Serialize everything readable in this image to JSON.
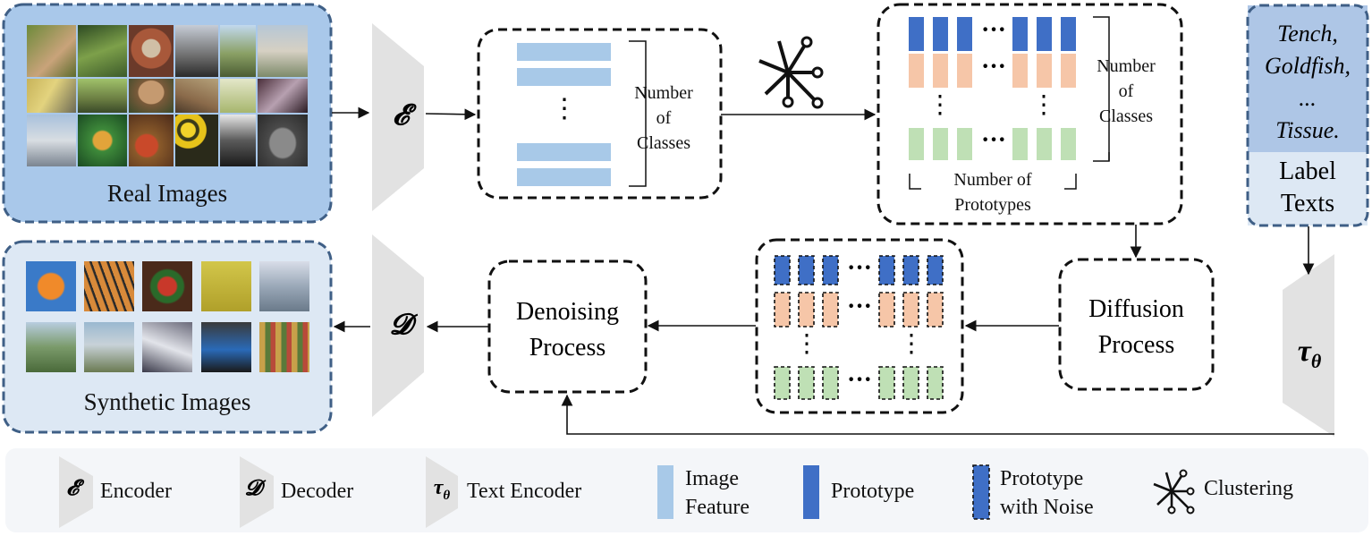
{
  "real_images": {
    "label": "Real Images"
  },
  "synthetic_images": {
    "label": "Synthetic Images"
  },
  "encoder": {
    "symbol": "𝓔"
  },
  "decoder": {
    "symbol": "𝓓"
  },
  "text_encoder": {
    "symbol": "τ",
    "subscript": "θ"
  },
  "features_box": {
    "dots": "⋮",
    "label_line1": "Number",
    "label_line2": "of",
    "label_line3": "Classes"
  },
  "prototypes_box": {
    "ellipsis": "···",
    "vdots": "⋮",
    "classes_line1": "Number",
    "classes_line2": "of",
    "classes_line3": "Classes",
    "protos_line1": "Number of",
    "protos_line2": "Prototypes"
  },
  "noisy_box": {
    "ellipsis": "···",
    "vdots": "⋮"
  },
  "diffusion": {
    "line1": "Diffusion",
    "line2": "Process"
  },
  "denoising": {
    "line1": "Denoising",
    "line2": "Process"
  },
  "label_texts": {
    "class1": "Tench,",
    "class2": "Goldfish,",
    "ellipsis": "...",
    "class3": "Tissue.",
    "label_line1": "Label",
    "label_line2": "Texts"
  },
  "legend": {
    "encoder": "Encoder",
    "decoder": "Decoder",
    "text_encoder": "Text Encoder",
    "image_feature_line1": "Image",
    "image_feature_line2": "Feature",
    "prototype": "Prototype",
    "prototype_noise_line1": "Prototype",
    "prototype_noise_line2": "with Noise",
    "clustering": "Clustering"
  },
  "colors": {
    "real_bg": "#a9c8ea",
    "synthetic_bg": "#dde8f4",
    "box_border": "#3f5f86",
    "feature_bar": "#a8c9e8",
    "prototype_blue": "#3f6fc6",
    "prototype_orange": "#f6c6a8",
    "prototype_green": "#bfe0b5",
    "label_top": "#aec6e6",
    "label_bottom": "#dde8f4",
    "legend_bg": "#f4f6f9",
    "trapezoid": "#e2e2e2"
  }
}
